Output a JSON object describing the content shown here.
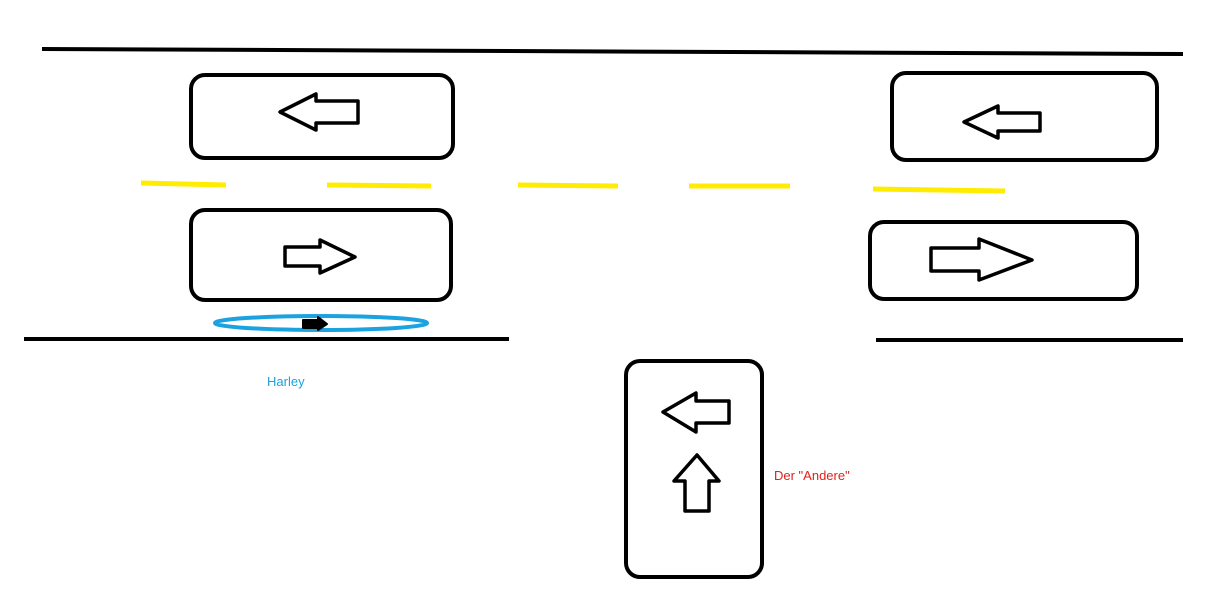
{
  "labels": {
    "harley": "Harley",
    "other": "Der \"Andere\""
  },
  "colors": {
    "background": "#ffffff",
    "road_line": "#000000",
    "center_line": "#ffec00",
    "harley_highlight": "#1aa3e0",
    "harley_label": "#1aa3e0",
    "other_label": "#e0201a",
    "vehicle_outline": "#000000"
  },
  "icons": [
    "arrow-left-icon",
    "arrow-right-icon",
    "arrow-up-icon"
  ],
  "vehicles": [
    {
      "name": "car-upper-left",
      "direction": "left"
    },
    {
      "name": "car-upper-right",
      "direction": "left"
    },
    {
      "name": "car-lower-left",
      "direction": "right"
    },
    {
      "name": "car-lower-right",
      "direction": "right"
    },
    {
      "name": "car-side-road",
      "directions": [
        "left",
        "up"
      ]
    }
  ]
}
